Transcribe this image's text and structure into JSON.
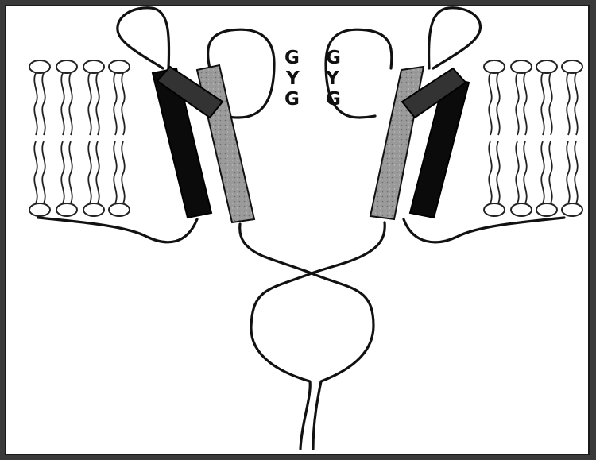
{
  "figure": {
    "selectivity_left": [
      "G",
      "Y",
      "G"
    ],
    "selectivity_right": [
      "G",
      "Y",
      "G"
    ]
  },
  "colors": {
    "outer_helix": "#0b0b0b",
    "inner_helix": "#9a9a9a",
    "pore_helix": "#333333",
    "line": "#111111",
    "frame": "#3a3a3a"
  }
}
